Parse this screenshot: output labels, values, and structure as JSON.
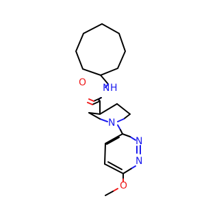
{
  "atoms": {
    "amide_n": {
      "symbol": "N",
      "hydrogen": "H",
      "color": "#1a1aee"
    },
    "carbonyl_o": {
      "symbol": "O",
      "color": "#ee1a1a"
    },
    "piperidine_n": {
      "symbol": "N",
      "color": "#1a1aee"
    },
    "pyridazine_n1": {
      "symbol": "N",
      "color": "#1a1aee"
    },
    "pyridazine_n2": {
      "symbol": "N",
      "color": "#1a1aee"
    },
    "methoxy_o": {
      "symbol": "O",
      "color": "#ee1a1a"
    }
  },
  "colors": {
    "bond": "#000000",
    "nitrogen": "#1a1aee",
    "oxygen": "#ee1a1a",
    "background": "#ffffff"
  }
}
